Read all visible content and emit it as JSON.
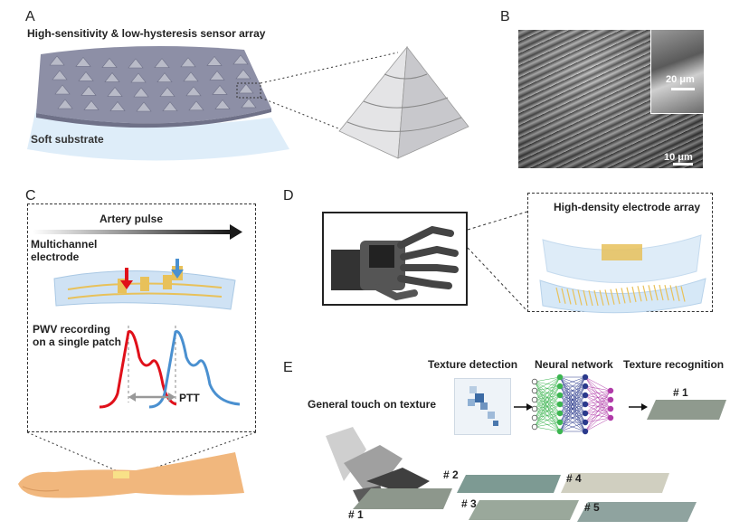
{
  "panels": {
    "A": {
      "letter": "A",
      "title": "High-sensitivity & low-hysteresis sensor array",
      "substrate_label": "Soft substrate"
    },
    "B": {
      "letter": "B",
      "scale_inset": "20 μm",
      "scale_main": "10 μm"
    },
    "C": {
      "letter": "C",
      "artery_label": "Artery pulse",
      "electrode_label_line1": "Multichannel",
      "electrode_label_line2": "electrode",
      "pwv_line1": "PWV recording",
      "pwv_line2": "on a single patch",
      "ptt_label": "PTT"
    },
    "D": {
      "letter": "D",
      "array_label": "High-density electrode array"
    },
    "E": {
      "letter": "E",
      "texture_detection": "Texture detection",
      "neural_network": "Neural network",
      "texture_recognition": "Texture recognition",
      "general_touch": "General touch on texture",
      "recognized_label": "# 1",
      "samples": [
        "# 1",
        "# 2",
        "# 3",
        "# 4",
        "# 5"
      ]
    }
  },
  "colors": {
    "sensor_gray": "#8d8fa6",
    "substrate_blue": "#d6e8f7",
    "pulse_red": "#e0101a",
    "pulse_blue": "#4a90d0",
    "electrode_gold": "#e8c15a",
    "nn_input": "#ffffff",
    "nn_green": "#3cb550",
    "nn_navy": "#2b3a8c",
    "nn_purple": "#b03aa8"
  }
}
